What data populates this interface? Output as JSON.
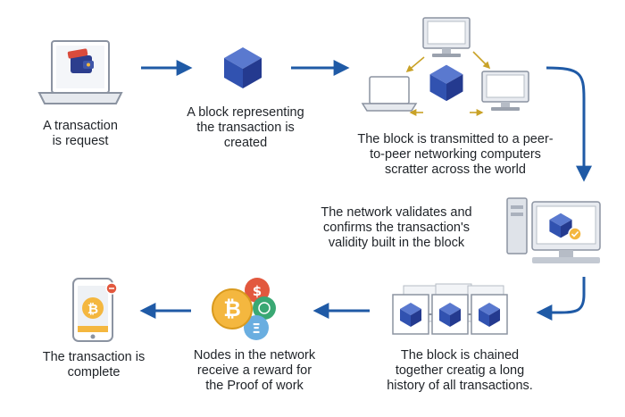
{
  "steps": {
    "step1": {
      "caption": "A transaction\nis request"
    },
    "step2": {
      "caption": "A block representing\nthe transaction is\ncreated"
    },
    "step3": {
      "caption": "The block is transmitted to a peer-\nto-peer networking computers\nscratter across the world"
    },
    "step4": {
      "caption": "The network validates and\nconfirms the transaction's\nvalidity built in the block"
    },
    "step5": {
      "caption": "The block is chained\ntogether creatig a long\nhistory of all transactions."
    },
    "step6": {
      "caption": "Nodes in the network\nreceive a reward for\nthe Proof of work"
    },
    "step7": {
      "caption": "The transaction is\ncomplete"
    }
  },
  "colors": {
    "arrow": "#1f5aa6",
    "cube_dark": "#243a8f",
    "cube_mid": "#3152b0",
    "cube_light": "#5a79cf",
    "screen_gray": "#d3d7de",
    "coin_gold": "#f4b73f",
    "coin_red": "#e2583e",
    "coin_green": "#3aa873",
    "coin_blue": "#6aaee0"
  },
  "icons": [
    "laptop-wallet-icon",
    "block-cube-icon",
    "peer-network-icon",
    "validating-computer-icon",
    "chained-blocks-icon",
    "crypto-coins-icon",
    "smartphone-bitcoin-icon",
    "flow-arrow-icon"
  ],
  "coin_symbols": {
    "bitcoin": "₿",
    "dollar": "$",
    "ether": "Ξ"
  }
}
